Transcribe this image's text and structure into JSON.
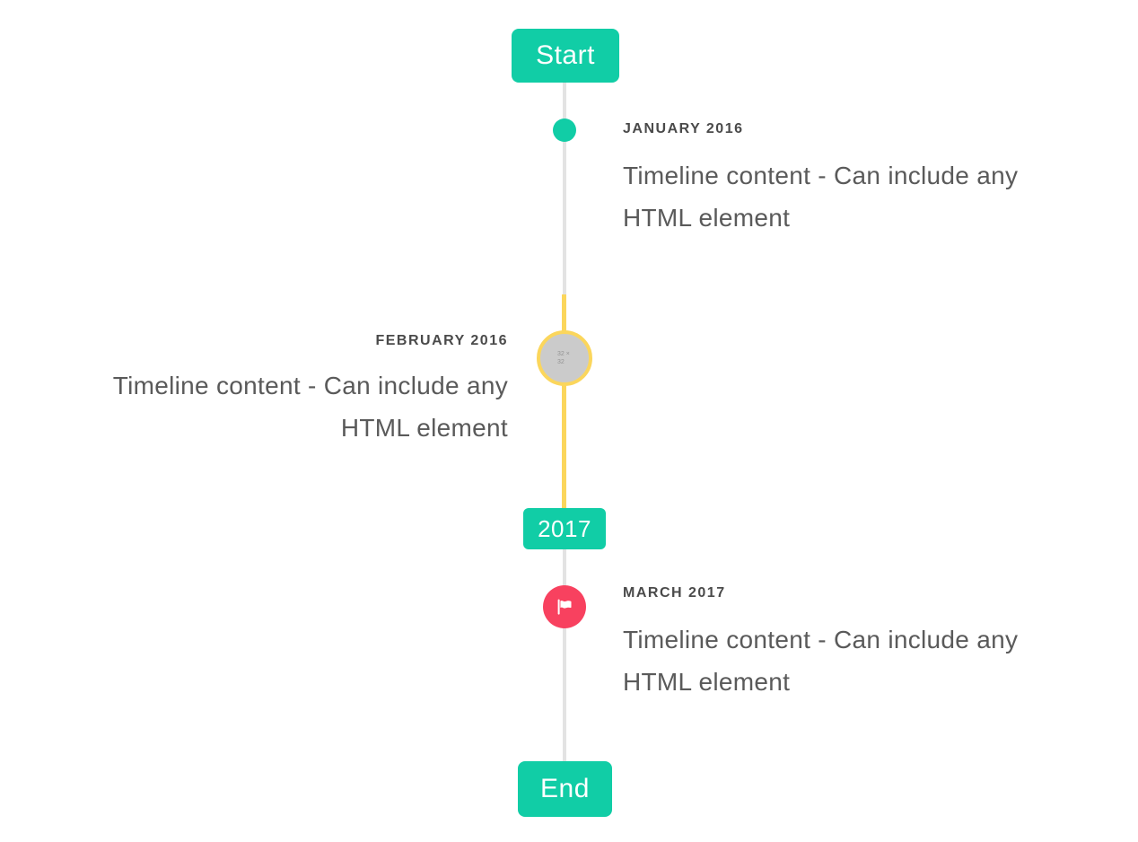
{
  "colors": {
    "teal": "#11cda6",
    "yellow": "#fbd65c",
    "red": "#f8415f",
    "line_gray": "#e3e3e3",
    "marker_gray": "#cbcbcb",
    "title_text": "#4a4a4a",
    "content_text": "#5a5a5a"
  },
  "timeline": {
    "start_badge": "Start",
    "year_badge": "2017",
    "end_badge": "End",
    "items": [
      {
        "title": "JANUARY 2016",
        "content": "Timeline content - Can include any HTML element",
        "side": "right",
        "marker": "teal-dot"
      },
      {
        "title": "FEBRUARY 2016",
        "content": "Timeline content - Can include any HTML element",
        "side": "left",
        "marker": "broken-image-placeholder",
        "marker_placeholder_text": "32 ×32"
      },
      {
        "title": "MARCH 2017",
        "content": "Timeline content - Can include any HTML element",
        "side": "right",
        "marker": "flag"
      }
    ]
  }
}
